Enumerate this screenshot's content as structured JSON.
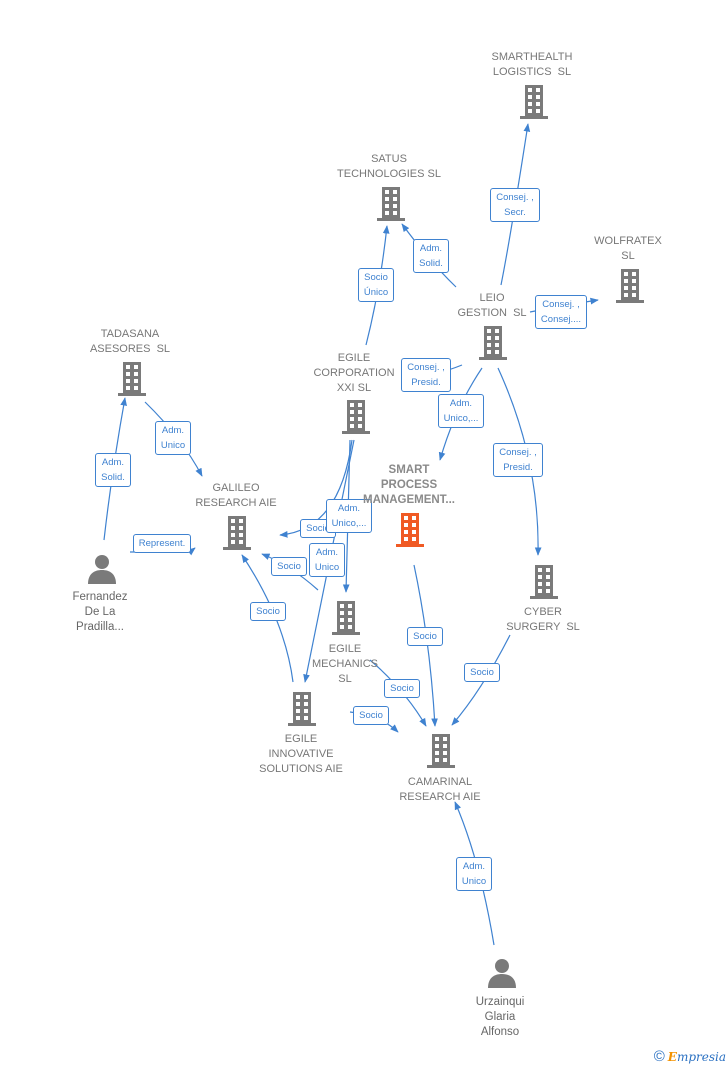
{
  "colors": {
    "node": "#7a7a7a",
    "focus_node": "#f05a24",
    "edge": "#3f82d0",
    "brand": "#2b71c2",
    "brand_accent": "#f39200"
  },
  "nodes": [
    {
      "id": "smarthealth",
      "type": "company",
      "label": "SMARTHEALTH\nLOGISTICS  SL"
    },
    {
      "id": "satus",
      "type": "company",
      "label": "SATUS\nTECHNOLOGIES SL"
    },
    {
      "id": "wolfratex",
      "type": "company",
      "label": "WOLFRATEX\nSL"
    },
    {
      "id": "leio",
      "type": "company",
      "label": "LEIO\nGESTION  SL"
    },
    {
      "id": "tadasana",
      "type": "company",
      "label": "TADASANA\nASESORES  SL"
    },
    {
      "id": "egile_corp",
      "type": "company",
      "label": "EGILE\nCORPORATION\nXXI SL"
    },
    {
      "id": "smart_process",
      "type": "company",
      "focus": true,
      "label": "SMART\nPROCESS\nMANAGEMENT..."
    },
    {
      "id": "galileo",
      "type": "company",
      "label": "GALILEO\nRESEARCH AIE"
    },
    {
      "id": "fernandez",
      "type": "person",
      "label": "Fernandez\nDe La\nPradilla..."
    },
    {
      "id": "cyber",
      "type": "company",
      "label": "CYBER\nSURGERY  SL"
    },
    {
      "id": "egile_mech",
      "type": "company",
      "label": "EGILE\nMECHANICS\nSL"
    },
    {
      "id": "egile_innov",
      "type": "company",
      "label": "EGILE\nINNOVATIVE\nSOLUTIONS AIE"
    },
    {
      "id": "camarinal",
      "type": "company",
      "label": "CAMARINAL\nRESEARCH AIE"
    },
    {
      "id": "urzainqui",
      "type": "person",
      "label": "Urzainqui\nGlaria\nAlfonso"
    }
  ],
  "edges": [
    {
      "id": "e1",
      "from": "leio",
      "to": "smarthealth",
      "label": "Consej. ,\nSecr."
    },
    {
      "id": "e2",
      "from": "leio",
      "to": "satus",
      "label": "Adm.\nSolid."
    },
    {
      "id": "e3",
      "from": "egile_corp",
      "to": "satus",
      "label": "Socio\nÚnico"
    },
    {
      "id": "e4",
      "from": "leio",
      "to": "wolfratex",
      "label": "Consej. ,\nConsej...."
    },
    {
      "id": "e5",
      "from": "leio",
      "to": "egile_corp",
      "label": "Consej. ,\nPresid."
    },
    {
      "id": "e6",
      "from": "leio",
      "to": "smart_process",
      "label": "Adm.\nUnico,..."
    },
    {
      "id": "e7",
      "from": "leio",
      "to": "cyber",
      "label": "Consej. ,\nPresid."
    },
    {
      "id": "e8",
      "from": "fernandez",
      "to": "tadasana",
      "label": "Adm.\nSolid."
    },
    {
      "id": "e9",
      "from": "tadasana",
      "to": "galileo",
      "label": "Adm.\nUnico"
    },
    {
      "id": "e10",
      "from": "fernandez",
      "to": "galileo",
      "label": "Represent."
    },
    {
      "id": "e11",
      "from": "egile_corp",
      "to": "galileo",
      "label": "Socio"
    },
    {
      "id": "e12",
      "from": "egile_corp",
      "to": "egile_mech",
      "label": "Adm.\nUnico,..."
    },
    {
      "id": "e13",
      "from": "egile_corp",
      "to": "egile_innov",
      "label": "Adm.\nUnico"
    },
    {
      "id": "e14",
      "from": "egile_mech",
      "to": "galileo",
      "label": "Socio"
    },
    {
      "id": "e15",
      "from": "egile_innov",
      "to": "galileo",
      "label": "Socio"
    },
    {
      "id": "e16",
      "from": "smart_process",
      "to": "camarinal",
      "label": "Socio"
    },
    {
      "id": "e17",
      "from": "egile_mech",
      "to": "camarinal",
      "label": "Socio"
    },
    {
      "id": "e18",
      "from": "egile_innov",
      "to": "camarinal",
      "label": "Socio"
    },
    {
      "id": "e19",
      "from": "cyber",
      "to": "camarinal",
      "label": "Socio"
    },
    {
      "id": "e20",
      "from": "urzainqui",
      "to": "camarinal",
      "label": "Adm.\nUnico"
    }
  ],
  "brand": {
    "copyright": "©",
    "first_letter": "E",
    "rest": "mpresia"
  }
}
